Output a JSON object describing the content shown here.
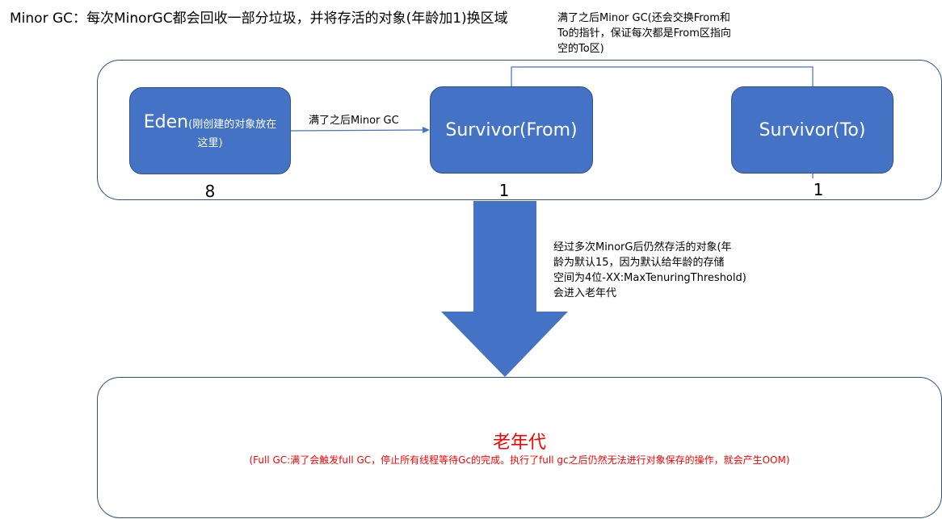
{
  "title": "Minor GC：每次MinorGC都会回收一部分垃圾，并将存活的对象(年龄加1)换区域",
  "young_gen": {
    "eden": {
      "name": "Eden",
      "desc": "(刚创建的对象放在这里)",
      "count": "8"
    },
    "from": {
      "label": "Survivor(From)",
      "count": "1"
    },
    "to": {
      "label": "Survivor(To)",
      "count": "1"
    },
    "eden_to_from_label": "满了之后Minor GC",
    "swap_note": [
      "满了之后Minor GC(还会交换From和",
      "To的指针，保证每次都是From区指向",
      "空的To区)"
    ]
  },
  "promotion_note": [
    "经过多次MinorG后仍然存活的对象(年",
    "龄为默认15，因为默认给年龄的存储",
    "空间为4位-XX:MaxTenuringThreshold)",
    "会进入老年代"
  ],
  "old_gen": {
    "title": "老年代",
    "desc": "(Full GC:满了会触发full GC，停止所有线程等待Gc的完成。执行了full gc之后仍然无法进行对象保存的操作，就会产生OOM)"
  },
  "colors": {
    "box_fill": "#4472c4",
    "border": "#2f4f88",
    "arrow": "#4472c4",
    "old_text": "#ff0000"
  }
}
